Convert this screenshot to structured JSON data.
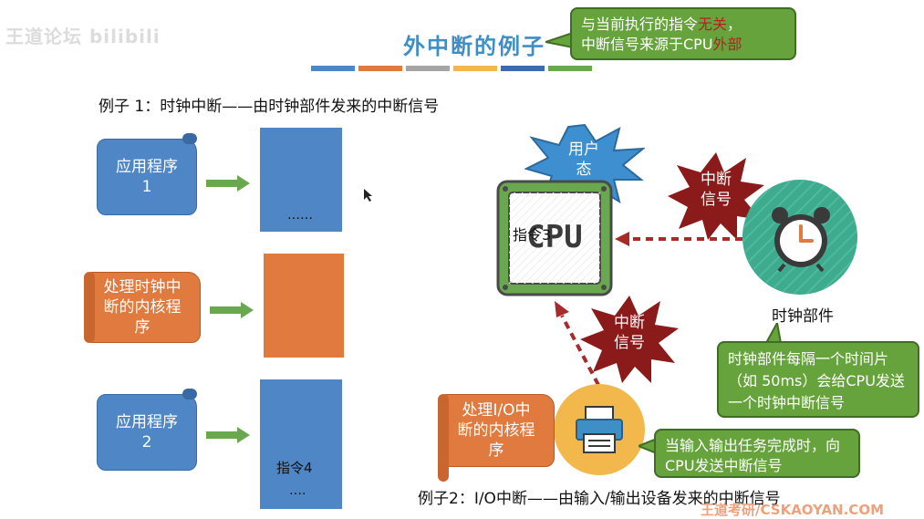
{
  "watermark": {
    "left_text": "王道论坛 bilibili",
    "bottom_right_text": "王道考研/CSKAOYAN.COM"
  },
  "slide": {
    "title": "外中断的例子",
    "top_callout": {
      "line1_prefix": "与当前执行的指令",
      "line1_emph": "无关",
      "line1_suffix": "，",
      "line2_prefix": "中断信号来源于CPU",
      "line2_emph": "外部"
    },
    "example1_title": "例子 1：时钟中断——由时钟部件发来的中断信号",
    "example2_title": "例子2：I/O中断——由输入/输出设备发来的中断信号",
    "left_column": {
      "scroll1": "应用程序 1",
      "scroll2": "处理时钟中断的内核程序",
      "scroll3": "应用程序 2",
      "block1_text": "……",
      "block3_text1": "指令4",
      "block3_text2": "…."
    },
    "cpu_diagram": {
      "user_mode_label": "用户态",
      "cpu_label": "CPU",
      "instruction_label": "指令3",
      "clock_signal_label": "中断信号",
      "clock_label": "时钟部件",
      "io_signal_label": "中断信号",
      "io_handler_scroll": "处理I/O中断的内核程序",
      "clock_callout": "时钟部件每隔一个时间片（如 50ms）会给CPU发送一个时钟中断信号",
      "io_callout": "当输入输出任务完成时，向CPU发送中断信号"
    }
  },
  "colors": {
    "blue": "#4f86c6",
    "orange": "#e07a3f",
    "green_callout": "#67a33c",
    "green_arrow": "#6aa84f",
    "dark_red": "#8b1a1a",
    "teal": "#3eaa8e",
    "yellow": "#f2b84b",
    "title_blue": "#3f8fc6",
    "emph_red": "#b22222"
  },
  "stripe_colors": [
    "#4f86c6",
    "#e07a3f",
    "#a5a5a5",
    "#f2b84b",
    "#3c6bb0",
    "#6aa84f"
  ]
}
